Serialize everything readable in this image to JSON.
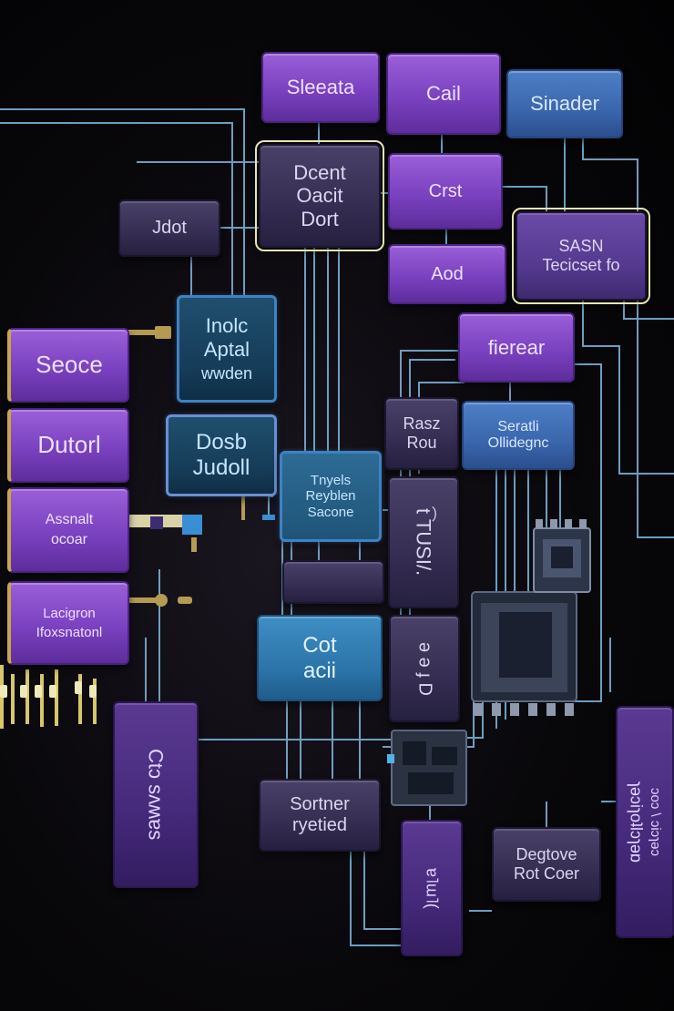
{
  "blocks": {
    "b1": "Sleeata",
    "b2": "Cail",
    "b3": "Sinader",
    "b4a": "Dcent",
    "b4b": "Oacit",
    "b4c": "Dort",
    "b5": "Crst",
    "b6a": "SASN",
    "b6b": "Tecicset fo",
    "b7": "Jdot",
    "b8": "Aod",
    "b9a": "Inolc",
    "b9b": "Aptal",
    "b9c": "wwden",
    "b10": "fierear",
    "b11": "Seoce",
    "b12a": "Rasz",
    "b12b": "Rou",
    "b13a": "Seratli",
    "b13b": "Ollidegnc",
    "b14": "Dutorl",
    "b15a": "Dosb",
    "b15b": "Judoll",
    "b16a": "Tnyels",
    "b16b": "Reyblen",
    "b16c": "Sacone",
    "b17": "t͡ TUSI/.",
    "b18a": "Assnalt",
    "b18b": "ocoar",
    "b19a": "Lacigron",
    "b19b": "Ifoxsnatonl",
    "b20a": "Cot",
    "b20b": "acii",
    "b21": "ə ǝ ɟ D",
    "b22": "Ctɔ sʌʍɐs",
    "b23a": "Sortner",
    "b23b": "ryetied",
    "b24": "ɐ˥ɯ˥(",
    "b25a": "Degtove",
    "b25b": "Rot Coer",
    "b26a": "ɿəɔiɿoʇlɔɿəɒ",
    "b26b": "ɔoɔ \\ ɔiɔɿəɔ"
  },
  "colors": {
    "wire": "#7fb8e0",
    "purple": "#8a52cf",
    "blue": "#3f70b8",
    "teal": "#3f82c2"
  }
}
